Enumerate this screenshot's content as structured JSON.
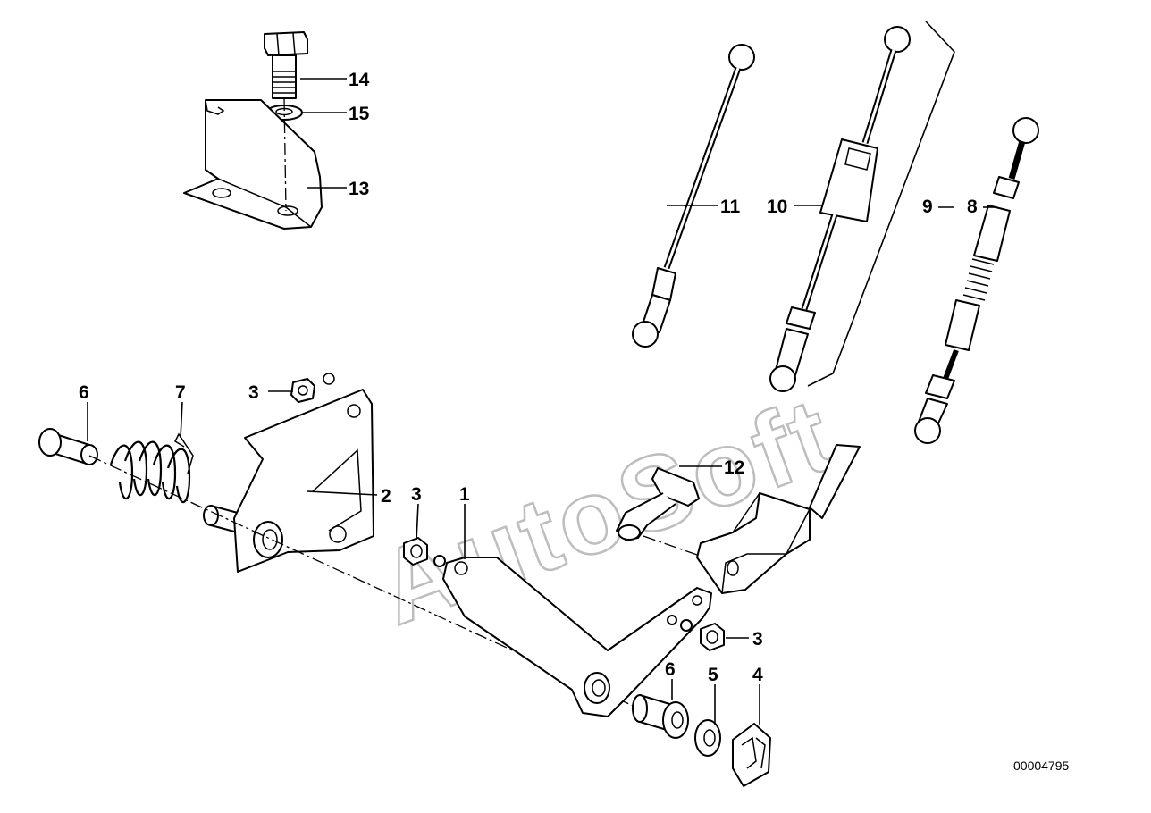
{
  "diagram": {
    "watermark": "AutoSoft",
    "reference_number": "00004795",
    "callouts": [
      {
        "id": "c1",
        "text": "1"
      },
      {
        "id": "c2",
        "text": "2"
      },
      {
        "id": "c3a",
        "text": "3"
      },
      {
        "id": "c3b",
        "text": "3"
      },
      {
        "id": "c3c",
        "text": "3"
      },
      {
        "id": "c4",
        "text": "4"
      },
      {
        "id": "c5",
        "text": "5"
      },
      {
        "id": "c6a",
        "text": "6"
      },
      {
        "id": "c6b",
        "text": "6"
      },
      {
        "id": "c7",
        "text": "7"
      },
      {
        "id": "c8",
        "text": "8"
      },
      {
        "id": "c9",
        "text": "9"
      },
      {
        "id": "c10",
        "text": "10"
      },
      {
        "id": "c11",
        "text": "11"
      },
      {
        "id": "c12",
        "text": "12"
      },
      {
        "id": "c13",
        "text": "13"
      },
      {
        "id": "c14",
        "text": "14"
      },
      {
        "id": "c15",
        "text": "15"
      }
    ]
  }
}
